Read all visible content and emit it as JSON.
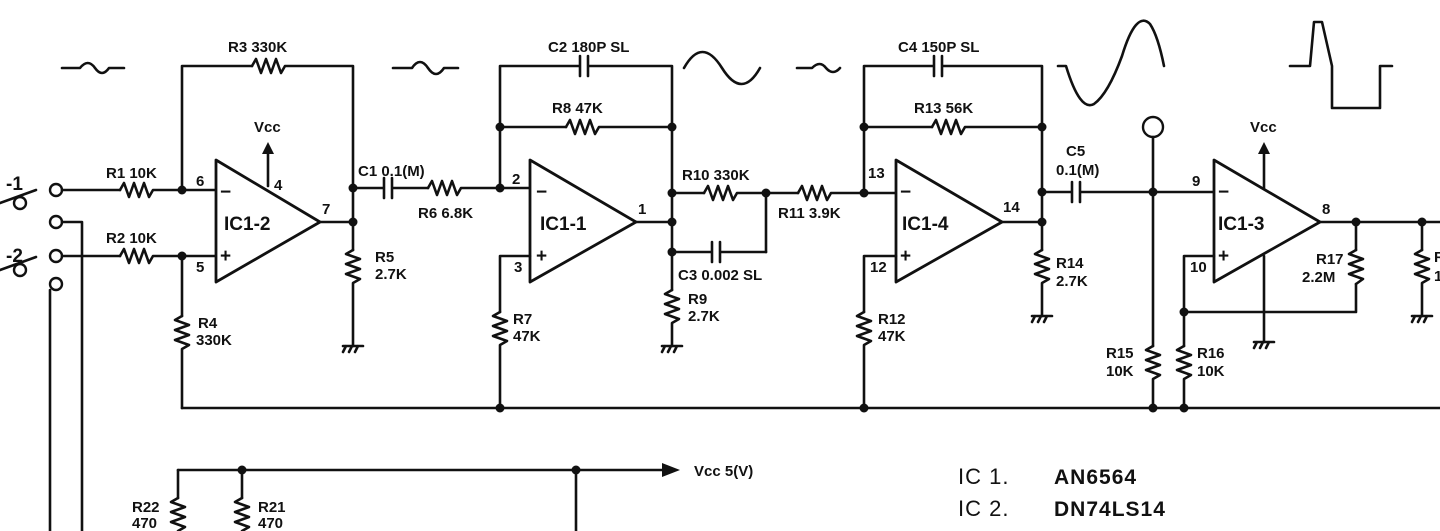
{
  "labels": {
    "in1": "-1",
    "in2": "-2",
    "r1": "R1  10K",
    "r2": "R2  10K",
    "r3": "R3  330K",
    "r4a": "R4",
    "r4b": "330K",
    "r5a": "R5",
    "r5b": "2.7K",
    "r6": "R6  6.8K",
    "r7a": "R7",
    "r7b": "47K",
    "r8": "R8  47K",
    "r9a": "R9",
    "r9b": "2.7K",
    "r10": "R10  330K",
    "r11": "R11  3.9K",
    "r12a": "R12",
    "r12b": "47K",
    "r13": "R13  56K",
    "r14a": "R14",
    "r14b": "2.7K",
    "r15a": "R15",
    "r15b": "10K",
    "r16a": "R16",
    "r16b": "10K",
    "r17a": "R17",
    "r17b": "2.2M",
    "r21a": "R21",
    "r21b": "470",
    "r22a": "R22",
    "r22b": "470",
    "c1": "C1  0.1(M)",
    "c2": "C2  180P  SL",
    "c3": "C3  0.002  SL",
    "c4": "C4  150P  SL",
    "c5a": "C5",
    "c5b": "0.1(M)",
    "vcc_a": "Vcc",
    "vcc_b": "Vcc",
    "vcc5": "Vcc  5(V)",
    "ic12": "IC1-2",
    "ic11": "IC1-1",
    "ic14": "IC1-4",
    "ic13": "IC1-3",
    "pin6": "6",
    "pin5": "5",
    "pin4": "4",
    "pin7": "7",
    "pin2": "2",
    "pin3": "3",
    "pin1": "1",
    "pin13": "13",
    "pin12": "12",
    "pin14": "14",
    "pin9": "9",
    "pin10": "10",
    "pin8": "8",
    "legend_ic1_key": "IC 1.",
    "legend_ic1_val": "AN6564",
    "legend_ic2_key": "IC 2.",
    "legend_ic2_val": "DN74LS14"
  }
}
